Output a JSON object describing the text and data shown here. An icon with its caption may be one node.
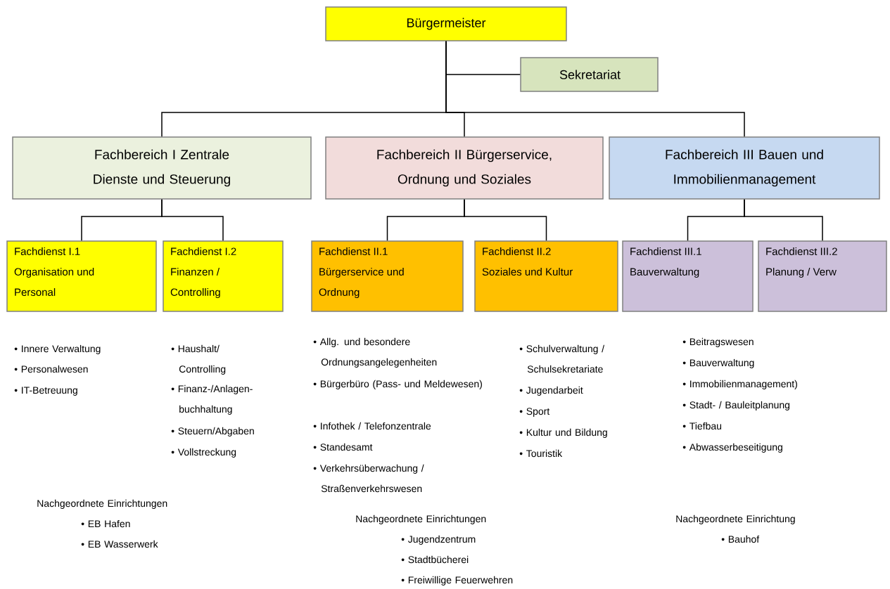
{
  "diagram": {
    "nodes": [
      {
        "text": [
          "Bürgermeister"
        ]
      },
      {
        "text": [
          "Sekretariat"
        ]
      },
      {
        "text": [
          "Fachbereich I Zentrale Dienste und Steuerung"
        ]
      },
      {
        "text": [
          "Fachbereich II Bürgerservice, Ordnung und Soziales"
        ]
      },
      {
        "text": [
          "Fachbereich III Bauen und Immobilienmanagement"
        ]
      },
      {
        "text": [
          "Fachdienst I.1 Organisation und Personal"
        ]
      },
      {
        "text": [
          "Fachdienst I.2 Finanzen / Controlling"
        ]
      },
      {
        "text": [
          "Fachdienst II.1 Bürgerservice und Ordnung"
        ]
      },
      {
        "text": [
          "Fachdienst II.2 Soziales und Kultur"
        ]
      },
      {
        "text": [
          "Fachdienst III.1 Bauverwaltung"
        ]
      },
      {
        "text": [
          "Fachdienst III.2 Planung / Verw"
        ]
      }
    ],
    "edges": [
      {
        "from": 0,
        "to": 1,
        "arrow": "none"
      },
      {
        "from": 0,
        "to": 2,
        "arrow": "none"
      },
      {
        "from": 0,
        "to": 3,
        "arrow": "none"
      },
      {
        "from": 0,
        "to": 4,
        "arrow": "none"
      },
      {
        "from": 2,
        "to": 5,
        "arrow": "none"
      },
      {
        "from": 2,
        "to": 6,
        "arrow": "none"
      },
      {
        "from": 3,
        "to": 7,
        "arrow": "none"
      },
      {
        "from": 3,
        "to": 8,
        "arrow": "none"
      },
      {
        "from": 4,
        "to": 9,
        "arrow": "none"
      },
      {
        "from": 4,
        "to": 10,
        "arrow": "none"
      }
    ],
    "labels": [
      "• Innere Verwaltung",
      "• Personalwesen",
      "• IT-Betreuung",
      "• Haushalt/ Controlling",
      "• Finanz-/Anlagen- buchhaltung",
      "• Steuern/Abgaben",
      "• Vollstreckung",
      "• Allg. und besondere Ordnungsangelegenheiten",
      "• Bürgerbüro (Pass- und Meldewesen)",
      "• Infothek / Telefonzentrale",
      "• Standesamt",
      "• Verkehrsüberwachung / Straßenverkehrswesen",
      "• Schulverwaltung / Schulsekretariate",
      "• Jugendarbeit",
      "• Sport",
      "• Kultur und Bildung",
      "• Touristik",
      "• Beitragswesen",
      "• Bauverwaltung",
      "• Immobilienmanagement)",
      "• Stadt- / Bauleitplanung",
      "• Tiefbau",
      "• Abwasserbeseitigung",
      "Nachgeordnete Einrichtungen",
      "• EB Hafen",
      "• EB Wasserwerk",
      "Nachgeordnete Einrichtungen",
      "• Jugendzentrum",
      "• Stadtbücherei",
      "• Freiwillige Feuerwehren",
      "Nachgeordnete Einrichtung",
      "• Bauhof"
    ]
  }
}
